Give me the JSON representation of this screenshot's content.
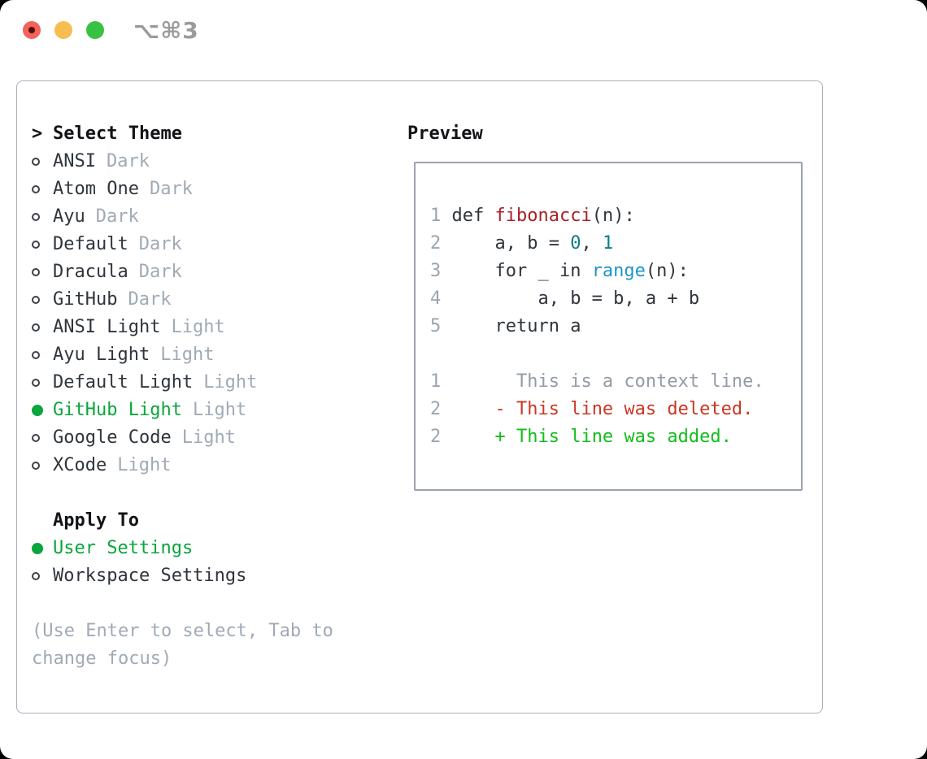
{
  "window": {
    "title_shortcut": "⌥⌘3"
  },
  "colors": {
    "selected_green": "#0aa53c",
    "added_green": "#12bd1b",
    "deleted_red": "#cb3722",
    "function_red": "#aa2027",
    "number_teal": "#0b7c85",
    "builtin_blue": "#2094c7",
    "muted_gray": "#a0aab6",
    "text_dark": "#2f353c",
    "traffic_red": "#f2635c",
    "traffic_yellow": "#f6bd50",
    "traffic_green": "#39c241"
  },
  "theme_list": {
    "header_prefix": ">",
    "header": "Select Theme",
    "items": [
      {
        "name": "ANSI",
        "variant": "Dark",
        "selected": false
      },
      {
        "name": "Atom One",
        "variant": "Dark",
        "selected": false
      },
      {
        "name": "Ayu",
        "variant": "Dark",
        "selected": false
      },
      {
        "name": "Default",
        "variant": "Dark",
        "selected": false
      },
      {
        "name": "Dracula",
        "variant": "Dark",
        "selected": false
      },
      {
        "name": "GitHub",
        "variant": "Dark",
        "selected": false
      },
      {
        "name": "ANSI Light",
        "variant": "Light",
        "selected": false
      },
      {
        "name": "Ayu Light",
        "variant": "Light",
        "selected": false
      },
      {
        "name": "Default Light",
        "variant": "Light",
        "selected": false
      },
      {
        "name": "GitHub Light",
        "variant": "Light",
        "selected": true
      },
      {
        "name": "Google Code",
        "variant": "Light",
        "selected": false
      },
      {
        "name": "XCode",
        "variant": "Light",
        "selected": false
      }
    ]
  },
  "apply_to": {
    "header": "Apply To",
    "options": [
      {
        "label": "User Settings",
        "selected": true
      },
      {
        "label": "Workspace Settings",
        "selected": false
      }
    ]
  },
  "hint": {
    "line1": "(Use Enter to select, Tab to",
    "line2": "change focus)"
  },
  "preview": {
    "header": "Preview",
    "code_lines": [
      {
        "num": "1",
        "segments": [
          {
            "text": "def ",
            "style": "plain"
          },
          {
            "text": "fibonacci",
            "style": "title"
          },
          {
            "text": "(n):",
            "style": "plain"
          }
        ]
      },
      {
        "num": "2",
        "segments": [
          {
            "text": "    a, b = ",
            "style": "plain"
          },
          {
            "text": "0",
            "style": "number"
          },
          {
            "text": ", ",
            "style": "plain"
          },
          {
            "text": "1",
            "style": "number"
          }
        ]
      },
      {
        "num": "3",
        "segments": [
          {
            "text": "    for _ in ",
            "style": "plain"
          },
          {
            "text": "range",
            "style": "builtin"
          },
          {
            "text": "(n):",
            "style": "plain"
          }
        ]
      },
      {
        "num": "4",
        "segments": [
          {
            "text": "        a, b = b, a + b",
            "style": "plain"
          }
        ]
      },
      {
        "num": "5",
        "segments": [
          {
            "text": "    return a",
            "style": "plain"
          }
        ]
      },
      {
        "num": "",
        "segments": []
      },
      {
        "num": "1",
        "segments": [
          {
            "text": "      This is a context line.",
            "style": "context"
          }
        ]
      },
      {
        "num": "2",
        "segments": [
          {
            "text": "    ",
            "style": "plain"
          },
          {
            "text": "- This line was deleted.",
            "style": "deleted"
          }
        ]
      },
      {
        "num": "2",
        "segments": [
          {
            "text": "    ",
            "style": "plain"
          },
          {
            "text": "+ This line was added.",
            "style": "added"
          }
        ]
      }
    ]
  }
}
